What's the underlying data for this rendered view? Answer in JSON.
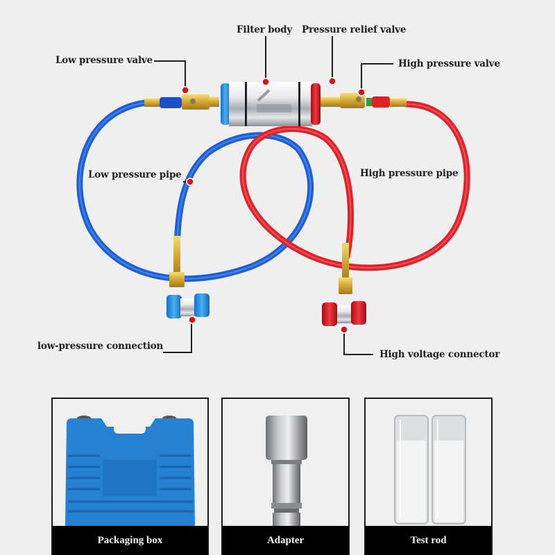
{
  "diagram": {
    "labels": {
      "filter_body": "Filter body",
      "pressure_relief_valve": "Pressure relief valve",
      "low_pressure_valve": "Low pressure valve",
      "high_pressure_valve": "High pressure valve",
      "low_pressure_pipe": "Low pressure pipe",
      "high_pressure_pipe": "High pressure pipe",
      "low_pressure_connection": "low-pressure connection",
      "high_voltage_connector": "High voltage connector"
    },
    "colors": {
      "background": "#efefef",
      "low_side_blue": "#1f5fd6",
      "high_side_red": "#e0222a",
      "marker_red": "#e01010",
      "brass": "#d9b440",
      "leader_line": "#1e1e1e"
    }
  },
  "panels": [
    {
      "caption": "Packaging box",
      "item": "blue-carry-case"
    },
    {
      "caption": "Adapter",
      "item": "steel-adapter"
    },
    {
      "caption": "Test rod",
      "item": "clear-test-tubes"
    }
  ]
}
